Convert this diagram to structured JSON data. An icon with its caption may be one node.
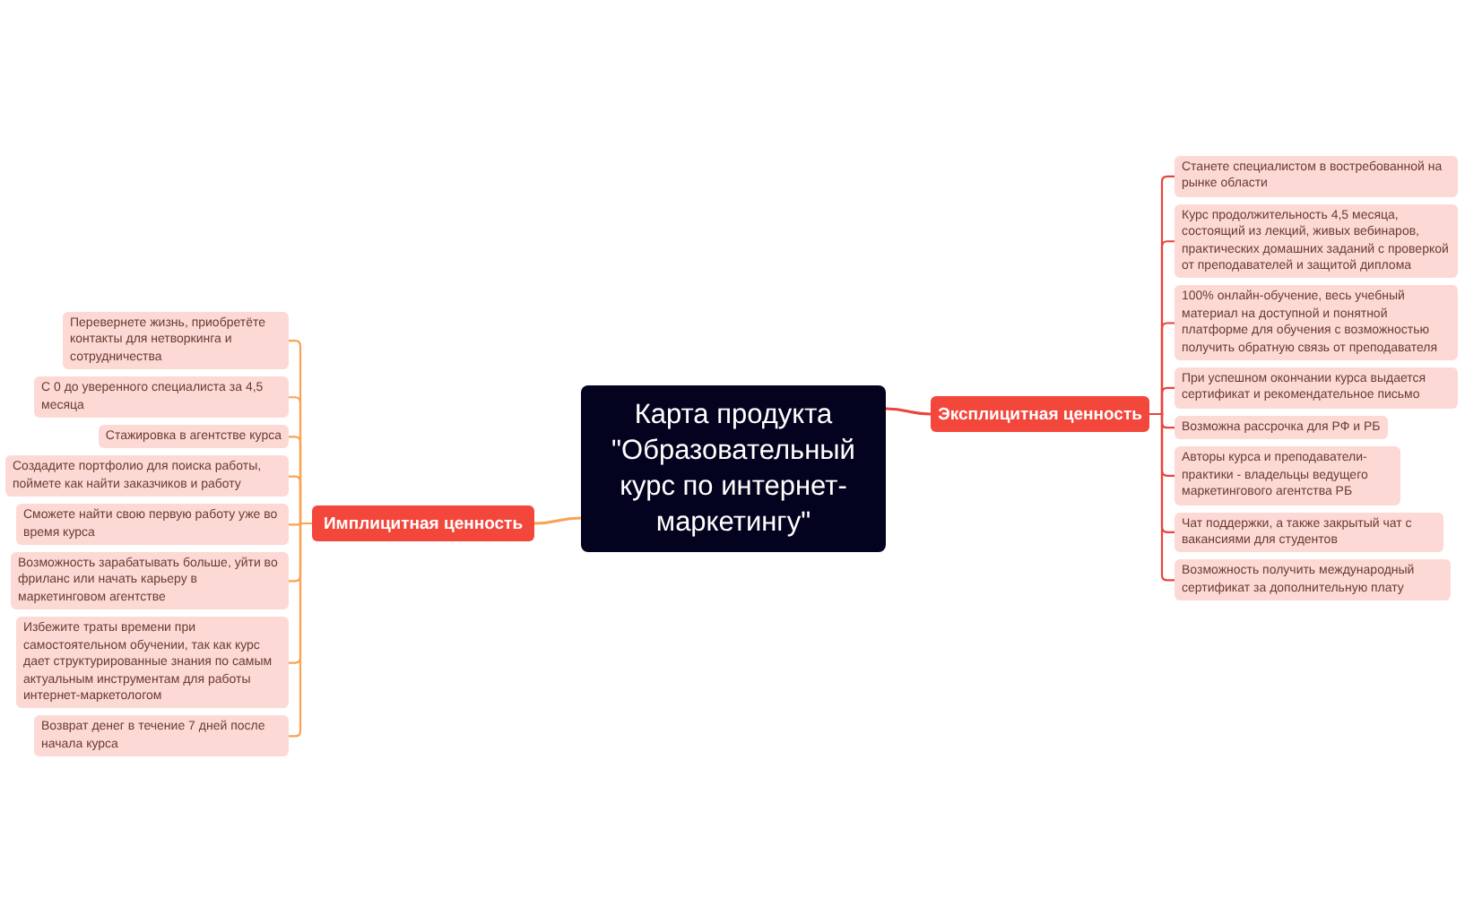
{
  "diagram": {
    "nodes": [
      {
        "text": [
          "Карта продукта \"Образовательный курс по интернет-маркетингу\""
        ]
      },
      {
        "text": [
          "Имплицитная ценность"
        ]
      },
      {
        "text": [
          "Перевернете жизнь, приобретёте контакты для нетворкинга и сотрудничества"
        ]
      },
      {
        "text": [
          "С 0 до уверенного специалиста за 4,5 месяца"
        ]
      },
      {
        "text": [
          "Стажировка в агентстве курса"
        ]
      },
      {
        "text": [
          "Создадите портфолио для поиска работы, поймете как найти заказчиков и работу"
        ]
      },
      {
        "text": [
          "Сможете найти свою первую работу уже во время курса"
        ]
      },
      {
        "text": [
          "Возможность зарабатывать больше, уйти во фриланс или начать карьеру в маркетинговом агентстве"
        ]
      },
      {
        "text": [
          "Избежите траты времени при самостоятельном обучении, так как курс дает структурированные знания по самым актуальным инструментам для работы интернет-маркетологом"
        ]
      },
      {
        "text": [
          "Возврат денег в течение 7 дней после начала курса"
        ]
      },
      {
        "text": [
          "Эксплицитная ценность"
        ]
      },
      {
        "text": [
          "Станете специалистом в востребованной на рынке области"
        ]
      },
      {
        "text": [
          "Курс продолжительность 4,5 месяца, состоящий из лекций, живых вебинаров, практических домашних заданий с проверкой от преподавателей и защитой диплома"
        ]
      },
      {
        "text": [
          "100% онлайн-обучение, весь учебный материал на доступной и понятной платформе для обучения с возможностью получить обратную связь от преподавателя"
        ]
      },
      {
        "text": [
          "При успешном окончании курса выдается сертификат и рекомендательное письмо"
        ]
      },
      {
        "text": [
          "Возможна рассрочка для РФ и РБ"
        ]
      },
      {
        "text": [
          "Авторы курса и преподаватели-практики - владельцы ведущего маркетингового агентства РБ"
        ]
      },
      {
        "text": [
          "Чат поддержки, а также закрытый чат с вакансиями для студентов"
        ]
      },
      {
        "text": [
          "Возможность получить международный сертификат за дополнительную плату"
        ]
      }
    ],
    "edges": [
      {
        "from": 0,
        "to": 1,
        "arrow": "none",
        "color": "#f7a352"
      },
      {
        "from": 1,
        "to": 2,
        "arrow": "none",
        "color": "#f7a352"
      },
      {
        "from": 1,
        "to": 3,
        "arrow": "none",
        "color": "#f7a352"
      },
      {
        "from": 1,
        "to": 4,
        "arrow": "none",
        "color": "#f7a352"
      },
      {
        "from": 1,
        "to": 5,
        "arrow": "none",
        "color": "#f7a352"
      },
      {
        "from": 1,
        "to": 6,
        "arrow": "none",
        "color": "#f7a352"
      },
      {
        "from": 1,
        "to": 7,
        "arrow": "none",
        "color": "#f7a352"
      },
      {
        "from": 1,
        "to": 8,
        "arrow": "none",
        "color": "#f7a352"
      },
      {
        "from": 1,
        "to": 9,
        "arrow": "none",
        "color": "#f7a352"
      },
      {
        "from": 0,
        "to": 10,
        "arrow": "none",
        "color": "#e8453c"
      },
      {
        "from": 10,
        "to": 11,
        "arrow": "none",
        "color": "#e8453c"
      },
      {
        "from": 10,
        "to": 12,
        "arrow": "none",
        "color": "#e8453c"
      },
      {
        "from": 10,
        "to": 13,
        "arrow": "none",
        "color": "#e8453c"
      },
      {
        "from": 10,
        "to": 14,
        "arrow": "none",
        "color": "#e8453c"
      },
      {
        "from": 10,
        "to": 15,
        "arrow": "none",
        "color": "#e8453c"
      },
      {
        "from": 10,
        "to": 16,
        "arrow": "none",
        "color": "#e8453c"
      },
      {
        "from": 10,
        "to": 17,
        "arrow": "none",
        "color": "#e8453c"
      },
      {
        "from": 10,
        "to": 18,
        "arrow": "none",
        "color": "#e8453c"
      }
    ]
  }
}
